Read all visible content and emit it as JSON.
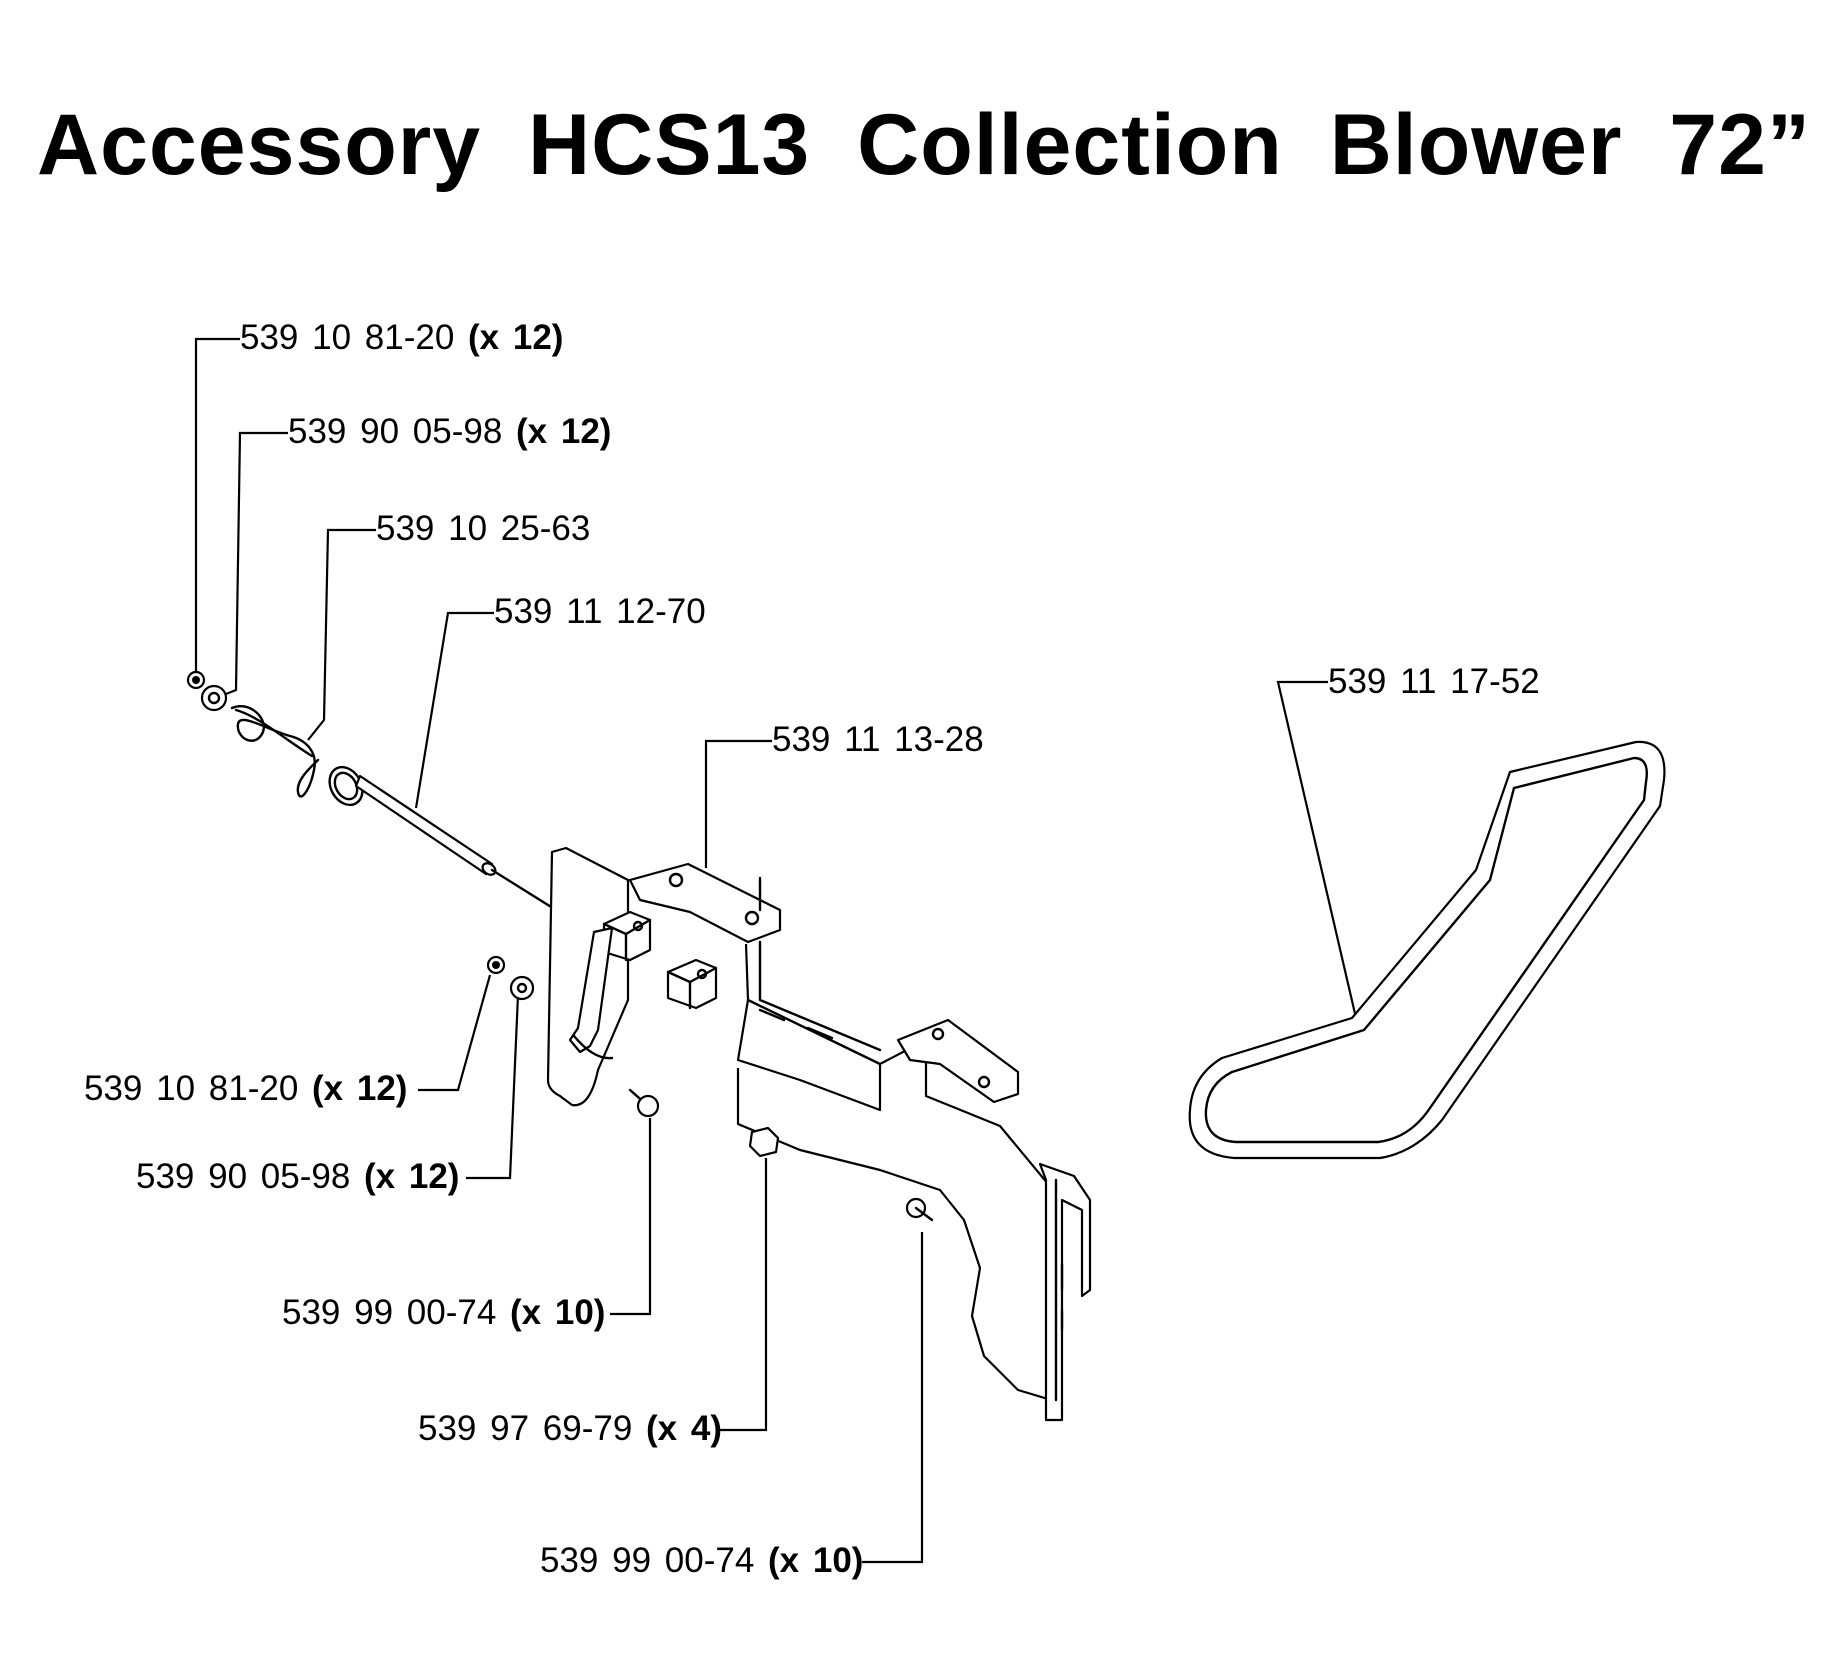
{
  "title": "Accessory HCS13 Collection Blower 72”",
  "callouts": [
    {
      "part": "539 10 81-20",
      "qty": "(x 12)"
    },
    {
      "part": "539 90 05-98",
      "qty": "(x 12)"
    },
    {
      "part": "539 10 25-63",
      "qty": ""
    },
    {
      "part": "539 11 12-70",
      "qty": ""
    },
    {
      "part": "539 11 17-52",
      "qty": ""
    },
    {
      "part": "539 11 13-28",
      "qty": ""
    },
    {
      "part": "539 10 81-20",
      "qty": "(x 12)"
    },
    {
      "part": "539 90 05-98",
      "qty": "(x 12)"
    },
    {
      "part": "539 99 00-74",
      "qty": "(x 10)"
    },
    {
      "part": "539 97 69-79",
      "qty": "(x 4)"
    },
    {
      "part": "539 99 00-74",
      "qty": "(x 10)"
    }
  ]
}
